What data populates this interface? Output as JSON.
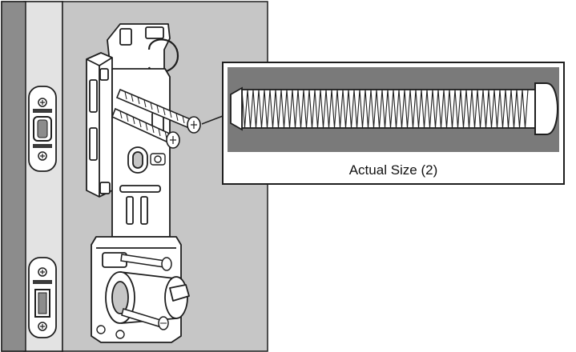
{
  "callout": {
    "caption": "Actual Size (2)"
  },
  "icons": [
    "door-frame",
    "deadbolt-strike-plate",
    "latch-strike-plate",
    "mounting-plate",
    "lock-chassis",
    "machine-screw",
    "screw-actual-size"
  ],
  "colors": {
    "frame_dark": "#8c8c8c",
    "frame_light": "#e3e3e3",
    "door_face": "#c6c6c6",
    "part_white": "#ffffff",
    "line": "#1e1e1e",
    "callout_panel": "#7a7a7a"
  }
}
